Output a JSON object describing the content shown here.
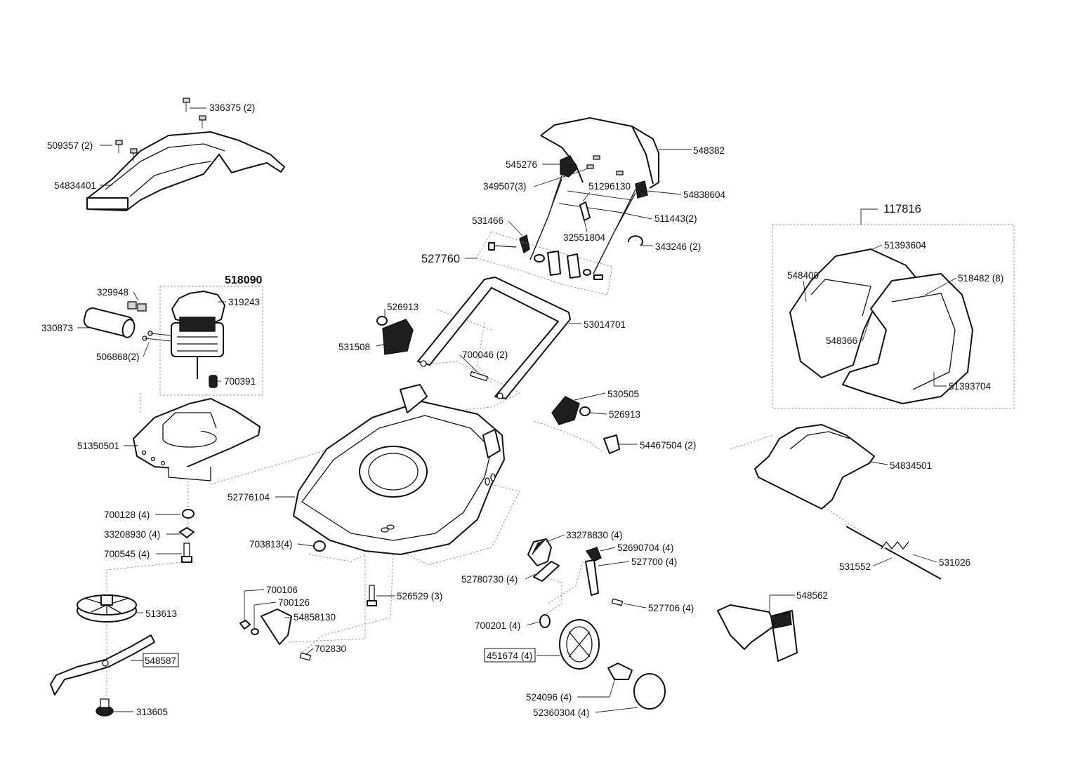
{
  "diagram": {
    "colors": {
      "ink": "#111111",
      "leader": "#222222",
      "dotted": "#888888",
      "fill_dark": "#1e1e1e",
      "fill_grey": "#d4d4d4"
    },
    "labels": {
      "p336375": "336375 (2)",
      "p509357": "509357 (2)",
      "p54834401": "54834401",
      "p518090": "518090",
      "p329948": "329948",
      "p319243": "319243",
      "p330873": "330873",
      "p506868": "506868(2)",
      "p700391": "700391",
      "p51350501": "51350501",
      "p700128": "700128 (4)",
      "p33208930": "33208930 (4)",
      "p700545": "700545 (4)",
      "p513613": "513613",
      "p548587": "548587",
      "p313605": "313605",
      "p548382": "548382",
      "p545276": "545276",
      "p349507": "349507(3)",
      "p51296130": "51296130",
      "p54838604": "54838604",
      "p531466": "531466",
      "p511443": "511443(2)",
      "p32551804": "32551804",
      "p527760": "527760",
      "p343246": "343246 (2)",
      "p526913a": "526913",
      "p531508": "531508",
      "p53014701": "53014701",
      "p700046": "700046 (2)",
      "p530505": "530505",
      "p526913b": "526913",
      "p54467504": "54467504 (2)",
      "p52776104": "52776104",
      "p703813": "703813(4)",
      "p33278830": "33278830 (4)",
      "p52690704": "52690704 (4)",
      "p527700": "527700 (4)",
      "p52780730": "52780730 (4)",
      "p700106": "700106",
      "p700126": "700126",
      "p54858130": "54858130",
      "p526529": "526529 (3)",
      "p702830": "702830",
      "p700201": "700201 (4)",
      "p527706": "527706 (4)",
      "p451674": "451674 (4)",
      "p524096": "524096 (4)",
      "p52360304": "52360304 (4)",
      "p117816": "117816",
      "p51393604": "51393604",
      "p548400": "548400",
      "p518482": "518482 (8)",
      "p548366": "548366",
      "p51393704": "51393704",
      "p54834501": "54834501",
      "p531552": "531552",
      "p531026": "531026",
      "p548562": "548562"
    }
  }
}
